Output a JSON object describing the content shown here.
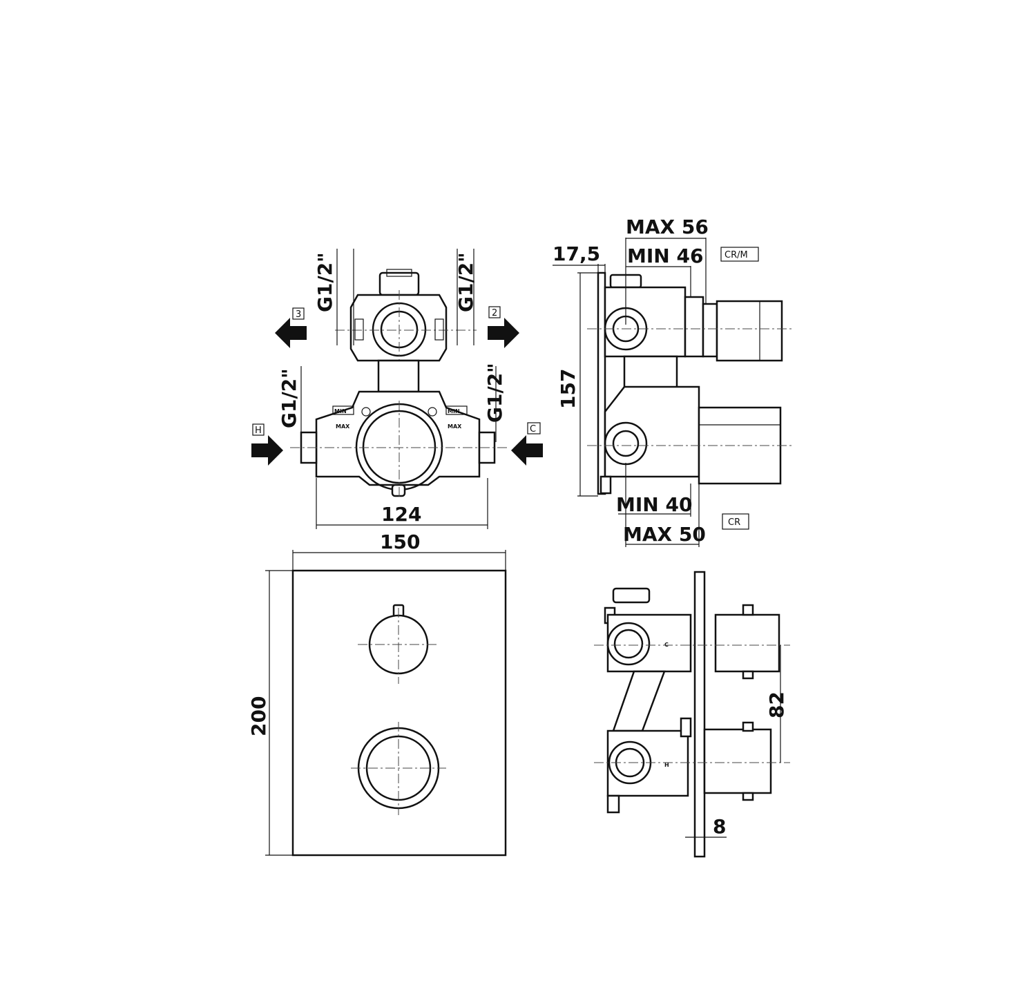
{
  "top_view": {
    "port_top_left": "G1/2\"",
    "port_top_right": "G1/2\"",
    "port_bottom_left": "G1/2\"",
    "port_bottom_right": "G1/2\"",
    "outlet_left": "3",
    "outlet_right": "2",
    "inlet_hot": "H",
    "inlet_cold": "C",
    "min_label": "MIN",
    "max_label": "MAX",
    "width_body": "124"
  },
  "side_view": {
    "offset": "17,5",
    "max_depth_cr_m": "MAX 56",
    "min_depth_cr_m": "MIN 46",
    "tag_cr_m": "CR/M",
    "height": "157",
    "min_depth_cr": "MIN 40",
    "max_depth_cr": "MAX 50",
    "tag_cr": "CR"
  },
  "front_view": {
    "plate_width": "150",
    "plate_height": "200"
  },
  "section_view": {
    "axis_distance": "82",
    "plate_thickness": "8",
    "mark_c": "C",
    "mark_h": "H"
  }
}
